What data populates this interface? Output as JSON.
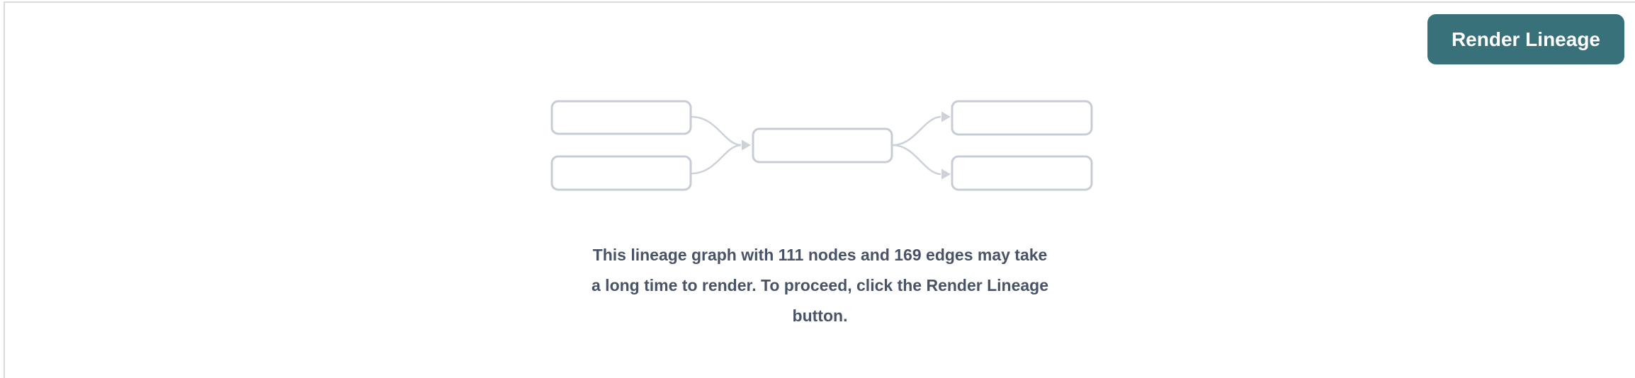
{
  "toolbar": {
    "render_button_label": "Render Lineage",
    "render_button_color": "#38717a"
  },
  "placeholder": {
    "message_lines": [
      "This lineage graph with 111 nodes and 169 edges may take",
      "a long time to render. To proceed, click the Render Lineage",
      "button."
    ],
    "message_color": "#495368",
    "node_count": "111",
    "edge_count": "169",
    "illustration": {
      "icon": "lineage-graph-icon",
      "box_border_color": "#c7ccd6",
      "edge_color": "#ccd1da"
    }
  }
}
